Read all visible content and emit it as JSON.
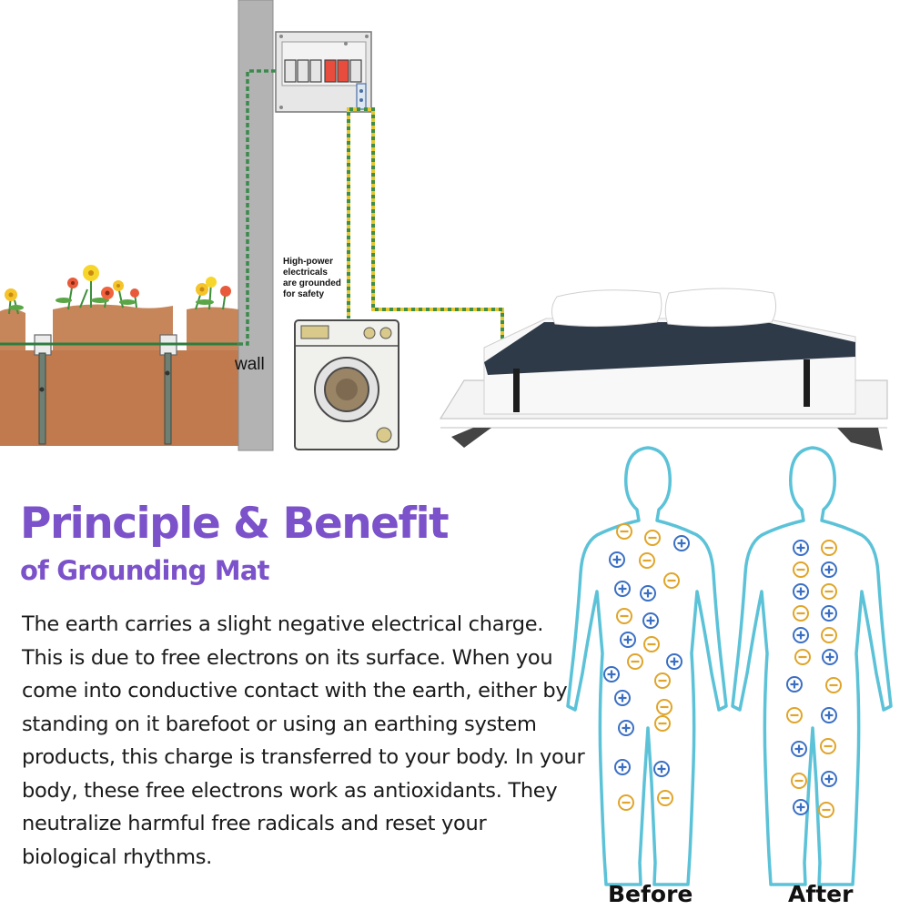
{
  "title": "Principle & Benefit",
  "subtitle": "of Grounding Mat",
  "description": "The earth carries a slight negative electrical charge. This is due to free electrons on its surface. When you come into conductive contact with the earth, either by standing on it barefoot or using an earthing system products, this charge is transferred to your body. In your body, these free electrons work as antioxidants. They neutralize harmful free radicals and reset your biological rhythms.",
  "diagram": {
    "wall_label": "wall",
    "appliance_note_line1": "High-power",
    "appliance_note_line2": "electricals",
    "appliance_note_line3": "are grounded",
    "appliance_note_line4": "for safety"
  },
  "figures": {
    "before_label": "Before",
    "after_label": "After",
    "positive_symbol": "+",
    "negative_symbol": "−"
  },
  "colors": {
    "title": "#7b52c9",
    "body_outline": "#5bc2d8",
    "positive_charge": "#3b6fc4",
    "negative_charge": "#e0a52a",
    "soil": "#c7855a",
    "mat": "#2f3a48",
    "ground_wire": "#3a8a4c"
  }
}
